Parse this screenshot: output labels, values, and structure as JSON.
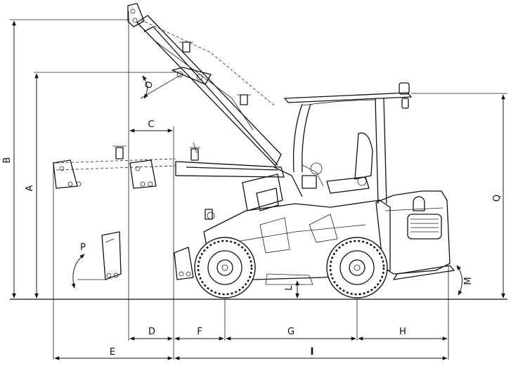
{
  "title": "",
  "dimension_labels": {
    "A": "A",
    "B": "B",
    "C": "C",
    "D": "D",
    "E": "E",
    "F": "F",
    "G": "G",
    "H": "H",
    "I": "I",
    "L": "L",
    "M": "M",
    "O": "O",
    "P": "P",
    "Q": "Q"
  },
  "colors": {
    "line": "#111111",
    "background": "#ffffff"
  }
}
